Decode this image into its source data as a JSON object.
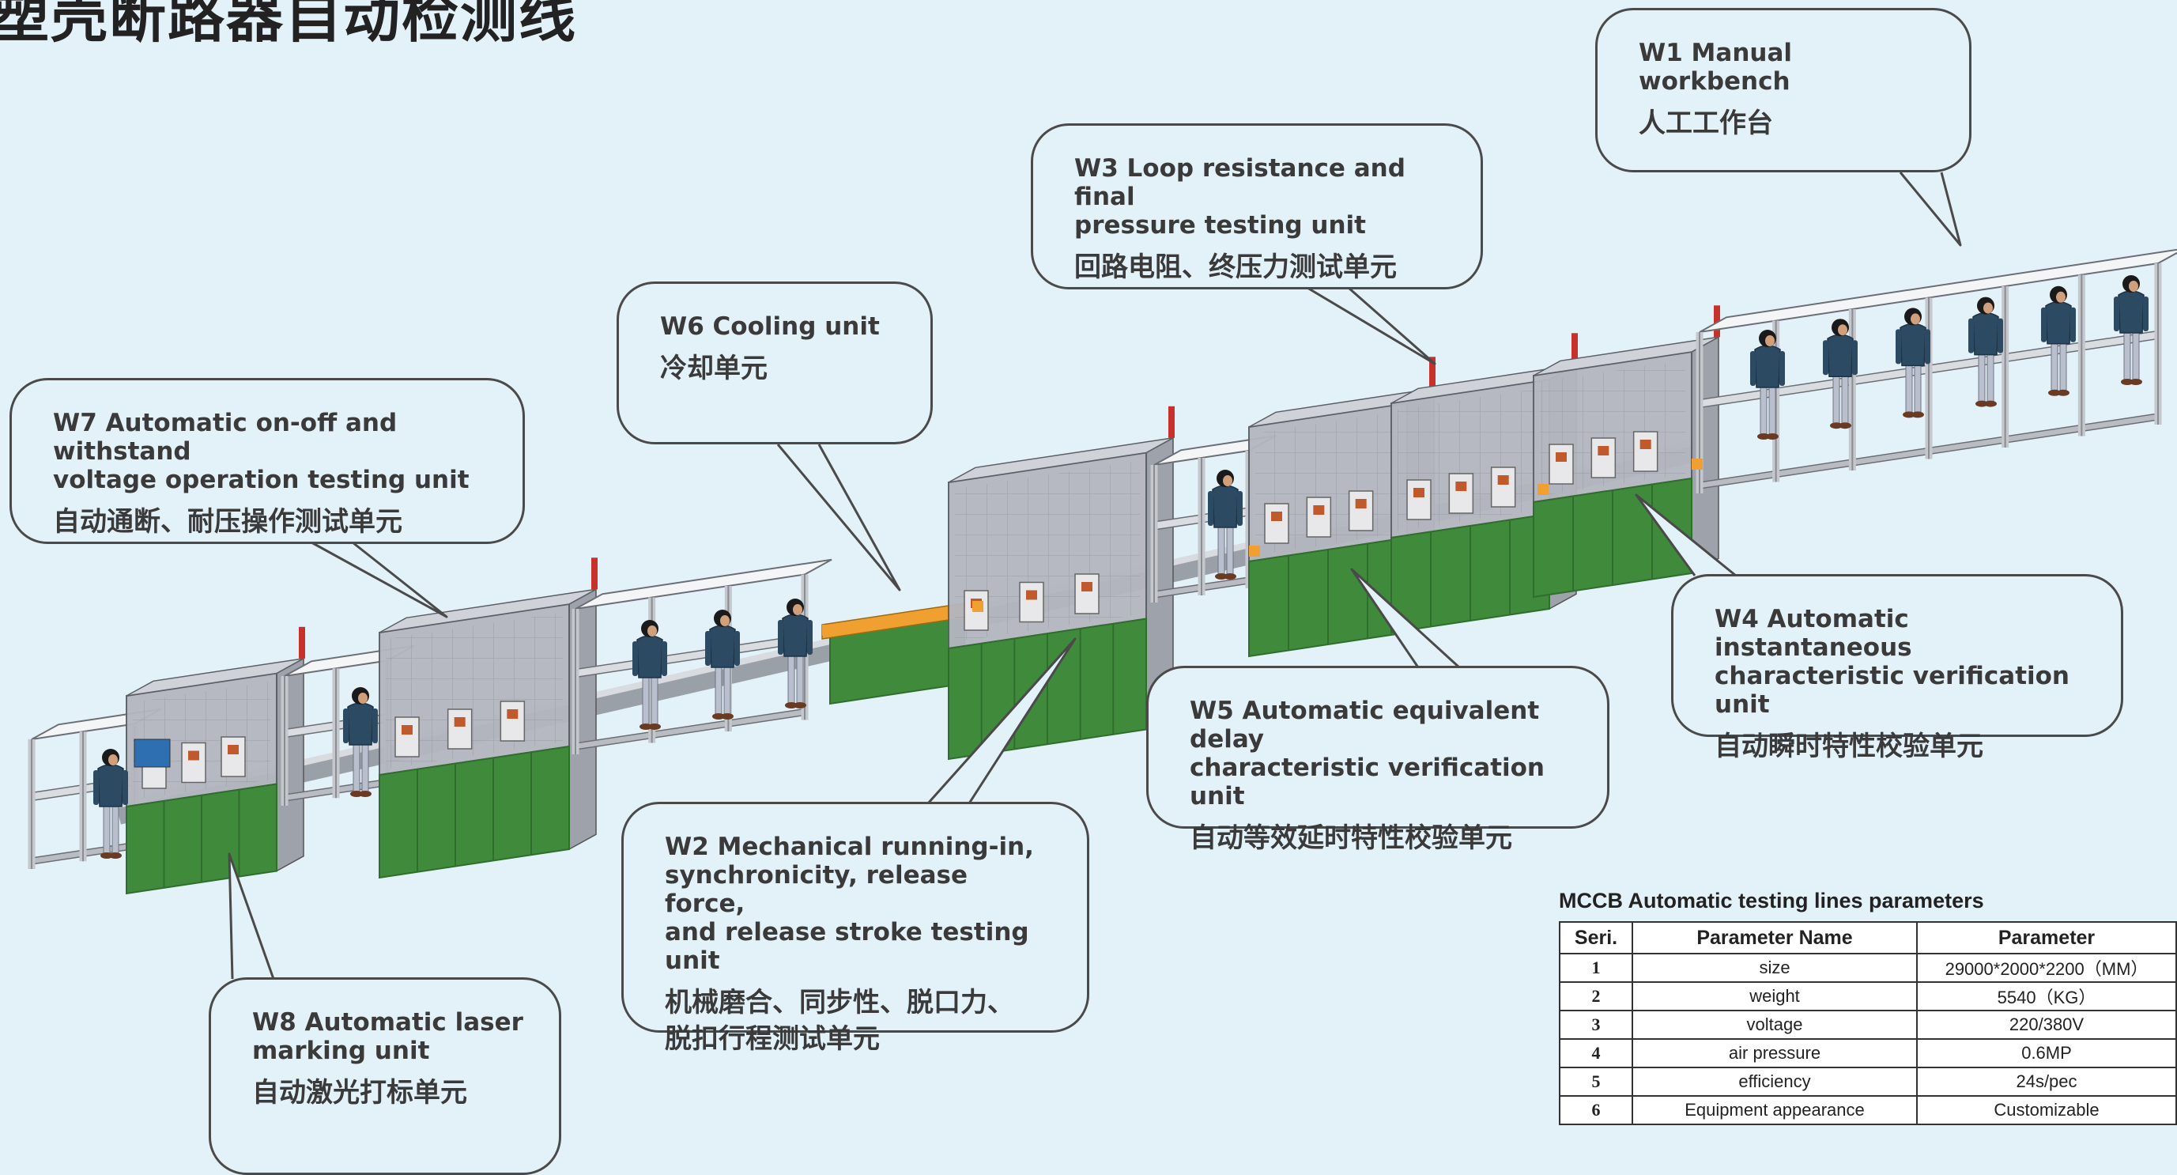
{
  "title": "塑壳断路器自动检测线",
  "stations": [
    {
      "id": "w1",
      "en": "W1  Manual workbench",
      "cn": "人工工作台"
    },
    {
      "id": "w3",
      "en": "W3  Loop resistance and final\npressure testing unit",
      "cn": "回路电阻、终压力测试单元"
    },
    {
      "id": "w6",
      "en": "W6  Cooling unit",
      "cn": "冷却单元"
    },
    {
      "id": "w7",
      "en": "W7  Automatic on-off and withstand\nvoltage operation testing unit",
      "cn": "自动通断、耐压操作测试单元"
    },
    {
      "id": "w4",
      "en": "W4  Automatic instantaneous\ncharacteristic verification unit",
      "cn": "自动瞬时特性校验单元"
    },
    {
      "id": "w5",
      "en": "W5 Automatic equivalent delay\ncharacteristic verification unit",
      "cn": "自动等效延时特性校验单元"
    },
    {
      "id": "w2",
      "en": "W2  Mechanical running-in,\nsynchronicity, release force,\nand release stroke testing unit",
      "cn": "机械磨合、同步性、脱口力、\n脱扣行程测试单元"
    },
    {
      "id": "w8",
      "en": "W8  Automatic laser\nmarking unit",
      "cn": "自动激光打标单元"
    }
  ],
  "params": {
    "title": "MCCB Automatic testing lines parameters",
    "headers": [
      "Seri.",
      "Parameter Name",
      "Parameter"
    ],
    "rows": [
      [
        "1",
        "size",
        "29000*2000*2200（MM）"
      ],
      [
        "2",
        "weight",
        "5540（KG）"
      ],
      [
        "3",
        "voltage",
        "220/380V"
      ],
      [
        "4",
        "air pressure",
        "0.6MP"
      ],
      [
        "5",
        "efficiency",
        "24s/pec"
      ],
      [
        "6",
        "Equipment appearance",
        "Customizable"
      ]
    ]
  },
  "colors": {
    "background": "#e3f1f9",
    "frame": "#c4c8cc",
    "cabinet": "#3f8a3b",
    "cabinet_dark": "#2f6e2d",
    "glass": "#b4b6c0",
    "conveyor_accent": "#f0a030",
    "worker_shirt": "#2c4a62",
    "worker_pants": "#b9bfcc",
    "outline": "#4a4a4a"
  }
}
